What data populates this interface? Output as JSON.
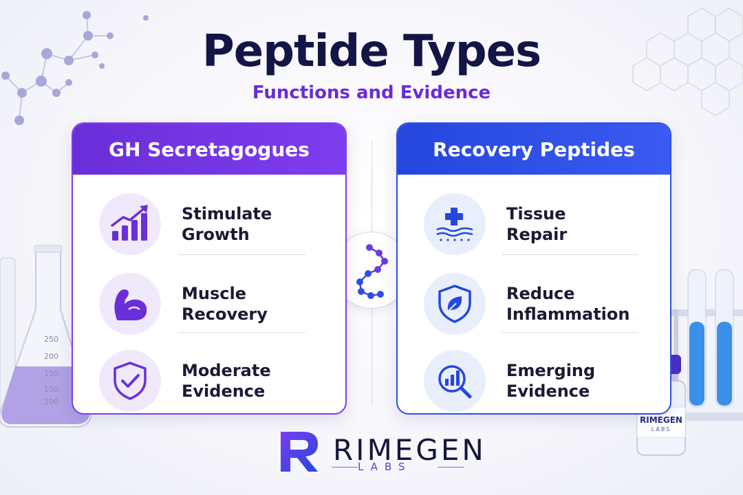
{
  "header": {
    "title": "Peptide Types",
    "subtitle": "Functions and Evidence"
  },
  "cards": [
    {
      "title": "GH Secretagogues",
      "accent": "#6a2fd8",
      "items": [
        {
          "icon": "growth-chart-icon",
          "line1": "Stimulate",
          "line2": "Growth"
        },
        {
          "icon": "flexed-arm-icon",
          "line1": "Muscle",
          "line2": "Recovery"
        },
        {
          "icon": "shield-check-icon",
          "line1": "Moderate",
          "line2": "Evidence"
        }
      ]
    },
    {
      "title": "Recovery Peptides",
      "accent": "#2547dd",
      "items": [
        {
          "icon": "tissue-repair-icon",
          "line1": "Tissue",
          "line2": "Repair"
        },
        {
          "icon": "shield-leaf-icon",
          "line1": "Reduce",
          "line2": "Inflammation"
        },
        {
          "icon": "magnifier-chart-icon",
          "line1": "Emerging",
          "line2": "Evidence"
        }
      ]
    }
  ],
  "brand": {
    "name": "RIMEGEN",
    "sub": "LABS"
  },
  "vial": {
    "name": "RIMEGEN",
    "sub": "LABS"
  },
  "flask": {
    "marks": [
      "250",
      "200",
      "150",
      "150",
      "100"
    ]
  },
  "colors": {
    "navy": "#131547",
    "purple": "#6a2bd9",
    "blue": "#2547dd"
  }
}
